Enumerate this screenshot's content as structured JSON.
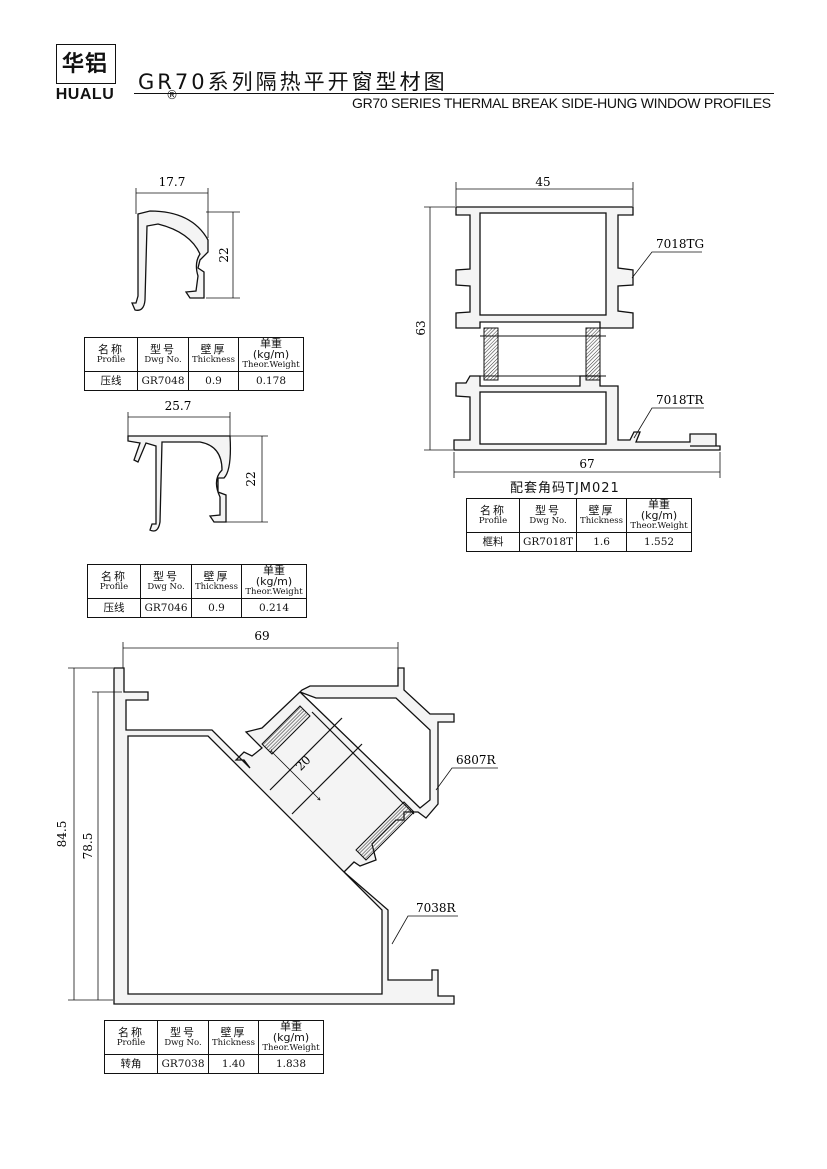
{
  "header": {
    "logo_cn": "华铝",
    "logo_en": "HUALU",
    "registered_mark": "®",
    "title_cn": "GR70系列隔热平开窗型材图",
    "title_en": "GR70 SERIES THERMAL BREAK SIDE-HUNG WINDOW PROFILES"
  },
  "table_headers": {
    "name_cn": "名称",
    "name_en": "Profile",
    "dwg_cn": "型号",
    "dwg_en": "Dwg No.",
    "thick_cn": "壁厚",
    "thick_en": "Thickness",
    "weight_cn": "单重(kg/m)",
    "weight_en": "Theor.Weight"
  },
  "profiles": [
    {
      "name": "压线",
      "dwg": "GR7048",
      "thickness": "0.9",
      "weight": "0.178",
      "dims": {
        "width": "17.7",
        "height": "22"
      }
    },
    {
      "name": "压线",
      "dwg": "GR7046",
      "thickness": "0.9",
      "weight": "0.214",
      "dims": {
        "width": "25.7",
        "height": "22"
      }
    },
    {
      "name": "框料",
      "dwg": "GR7018T",
      "thickness": "1.6",
      "weight": "1.552",
      "dims": {
        "top": "45",
        "bottom": "67",
        "height": "63"
      },
      "callouts": [
        "7018TG",
        "7018TR"
      ],
      "caption": "配套角码TJM021"
    },
    {
      "name": "转角",
      "dwg": "GR7038",
      "thickness": "1.40",
      "weight": "1.838",
      "dims": {
        "width": "69",
        "outer_height": "84.5",
        "inner_height": "78.5",
        "diag": "20"
      },
      "callouts": [
        "6807R",
        "7038R"
      ]
    }
  ],
  "colors": {
    "line": "#111111",
    "profile_fill": "#f4f4f4",
    "hatch": "#333333"
  }
}
